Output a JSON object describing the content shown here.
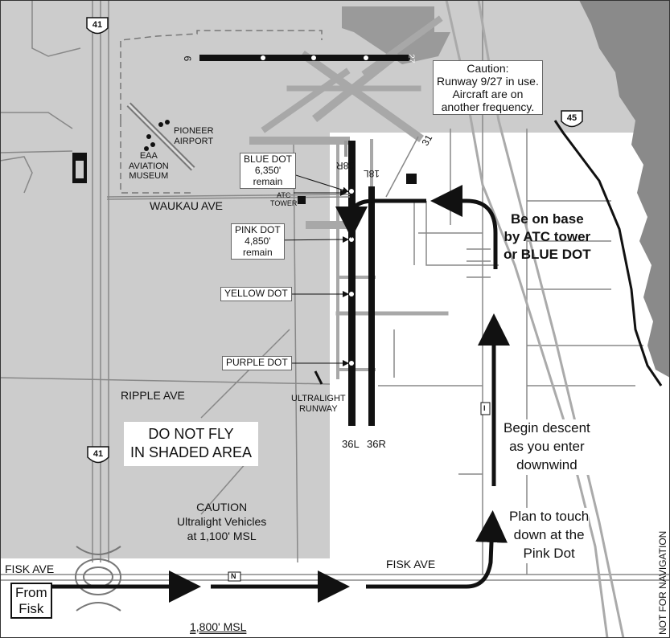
{
  "colors": {
    "shaded_area": "#cccccc",
    "roads": "#888888",
    "runway": "#111111",
    "taxiway": "#a8a8a8",
    "railroad": "#aaaaaa",
    "lake": "#8a8a8a",
    "dots": "#ffffff"
  },
  "icons": [
    "us-41-shield-icon",
    "us-45-shield-icon",
    "n-route-marker-icon",
    "i-route-marker-icon",
    "arrow-icon",
    "airplane-icon",
    "building-icon"
  ],
  "highway_shields": {
    "us41_top": "41",
    "us41_bottom": "41",
    "us45": "45"
  },
  "route_markers": {
    "n": "N",
    "i": "I"
  },
  "runway_labels": {
    "rwy_9": "9",
    "rwy_27": "27",
    "rwy_31": "31",
    "rwy_18r": "18R",
    "rwy_18l": "18L",
    "rwy_36l": "36L",
    "rwy_36r": "36R"
  },
  "caution_box": {
    "line1": "Caution:",
    "line2": "Runway 9/27 in use.",
    "line3": "Aircraft are on",
    "line4": "another frequency."
  },
  "pioneer_airport": {
    "line1": "PIONEER",
    "line2": "AIRPORT"
  },
  "museum": {
    "line1": "EAA",
    "line2": "AVIATION",
    "line3": "MUSEUM"
  },
  "atc_tower": {
    "line1": "ATC",
    "line2": "TOWER"
  },
  "dots": {
    "blue": {
      "line1": "BLUE DOT",
      "line2": "6,350'",
      "line3": "remain"
    },
    "pink": {
      "line1": "PINK DOT",
      "line2": "4,850'",
      "line3": "remain"
    },
    "yellow": "YELLOW DOT",
    "purple": "PURPLE DOT"
  },
  "roads": {
    "waukau": "WAUKAU AVE",
    "ripple": "RIPPLE AVE",
    "fisk_left": "FISK AVE",
    "fisk_right": "FISK AVE"
  },
  "ultralight_runway": {
    "line1": "ULTRALIGHT",
    "line2": "RUNWAY"
  },
  "do_not_fly": {
    "line1": "DO NOT FLY",
    "line2": "IN SHADED AREA"
  },
  "caution_ultralight": {
    "line1": "CAUTION",
    "line2": "Ultralight Vehicles",
    "line3": "at 1,100' MSL"
  },
  "base_instruction": {
    "line1": "Be on base",
    "line2": "by ATC tower",
    "line3": "or BLUE DOT"
  },
  "descent_instruction": {
    "line1": "Begin descent",
    "line2": "as you enter",
    "line3": "downwind"
  },
  "touchdown_instruction": {
    "line1": "Plan to touch",
    "line2": "down at the",
    "line3": "Pink Dot"
  },
  "from_fisk": {
    "line1": "From",
    "line2": "Fisk"
  },
  "altitude": "1,800' MSL",
  "disclaimer": "NOT FOR NAVIGATION"
}
